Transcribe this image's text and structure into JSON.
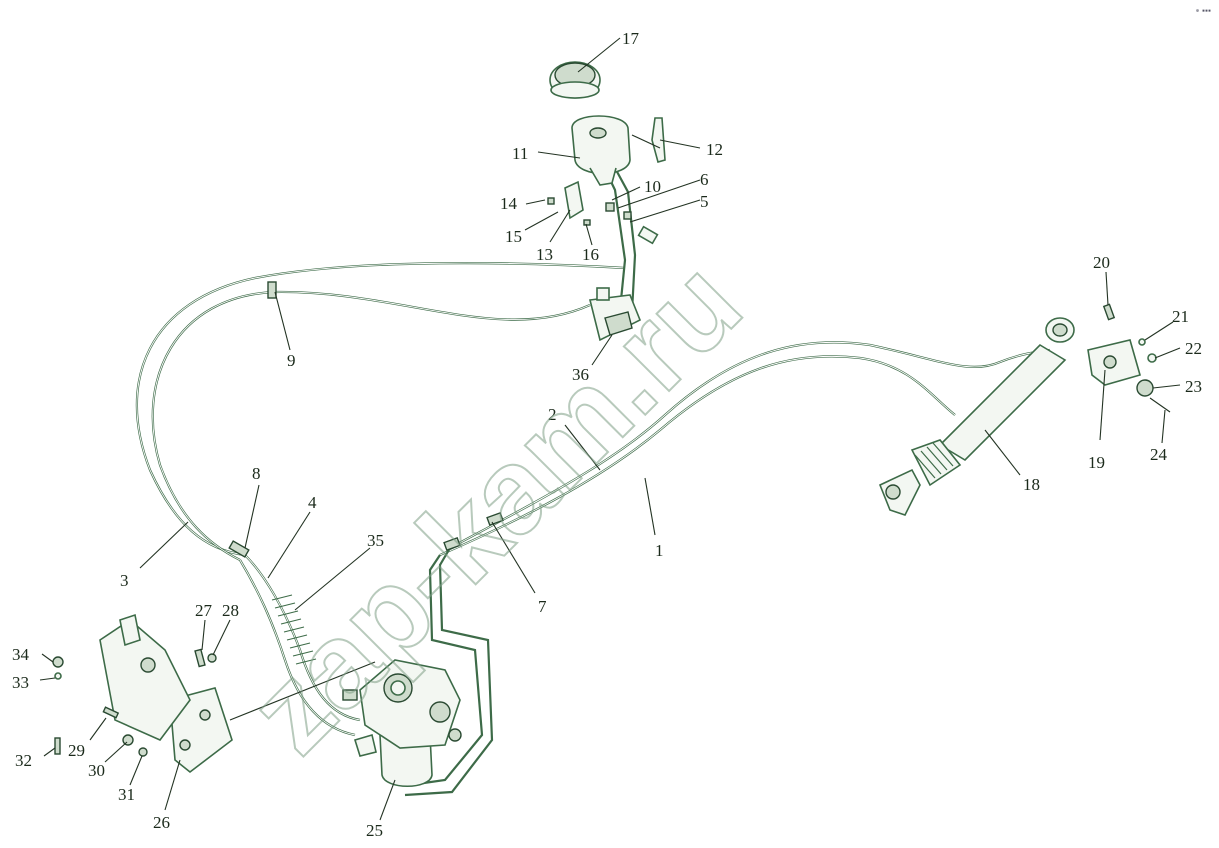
{
  "watermark": "zap-kam.ru",
  "corner_mark": "⊕ ▪▪▪",
  "callouts": {
    "c1": "1",
    "c2": "2",
    "c3": "3",
    "c4": "4",
    "c5": "5",
    "c6": "6",
    "c7": "7",
    "c8": "8",
    "c9": "9",
    "c10": "10",
    "c11": "11",
    "c12": "12",
    "c13": "13",
    "c14": "14",
    "c15": "15",
    "c16": "16",
    "c17": "17",
    "c18": "18",
    "c19": "19",
    "c20": "20",
    "c21": "21",
    "c22": "22",
    "c23": "23",
    "c24": "24",
    "c25": "25",
    "c26": "26",
    "c27": "27",
    "c28": "28",
    "c29": "29",
    "c30": "30",
    "c31": "31",
    "c32": "32",
    "c33": "33",
    "c34": "34",
    "c35": "35",
    "c36": "36"
  },
  "colors": {
    "line": "#3d6b48",
    "text": "#1b2a1b",
    "watermark": "#7f9f86"
  }
}
